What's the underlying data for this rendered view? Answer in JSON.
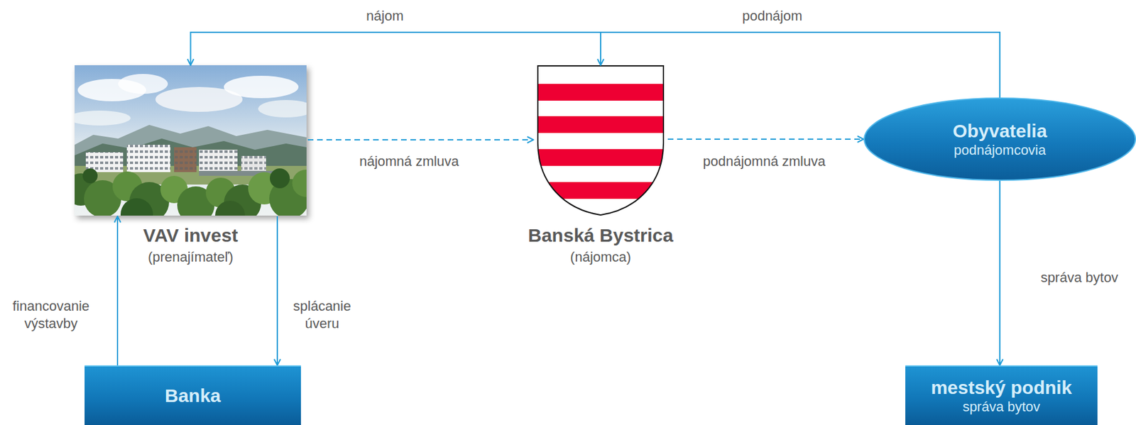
{
  "diagram": {
    "nodes": [
      {
        "text": [
          "VAV invest",
          "(prenajímateľ)"
        ]
      },
      {
        "text": [
          "Banská Bystrica",
          "(nájomca)"
        ]
      },
      {
        "text": [
          "Obyvatelia",
          "podnájomcovia"
        ]
      },
      {
        "text": [
          "Banka"
        ]
      },
      {
        "text": [
          "mestský podnik",
          "správa bytov"
        ]
      }
    ],
    "edges": [
      {
        "from": 2,
        "to": 0,
        "arrow": "to",
        "label": "nájom"
      },
      {
        "from": 2,
        "to": 1,
        "arrow": "to",
        "label": "podnájom"
      },
      {
        "from": 0,
        "to": 1,
        "arrow": "to",
        "label": "nájomná zmluva"
      },
      {
        "from": 1,
        "to": 2,
        "arrow": "to",
        "label": "podnájomná zmluva"
      },
      {
        "from": 3,
        "to": 0,
        "arrow": "to",
        "label": "financovanie výstavby"
      },
      {
        "from": 0,
        "to": 3,
        "arrow": "to",
        "label": "splácanie úveru"
      },
      {
        "from": 2,
        "to": 4,
        "arrow": "to",
        "label": "správa bytov"
      }
    ]
  }
}
